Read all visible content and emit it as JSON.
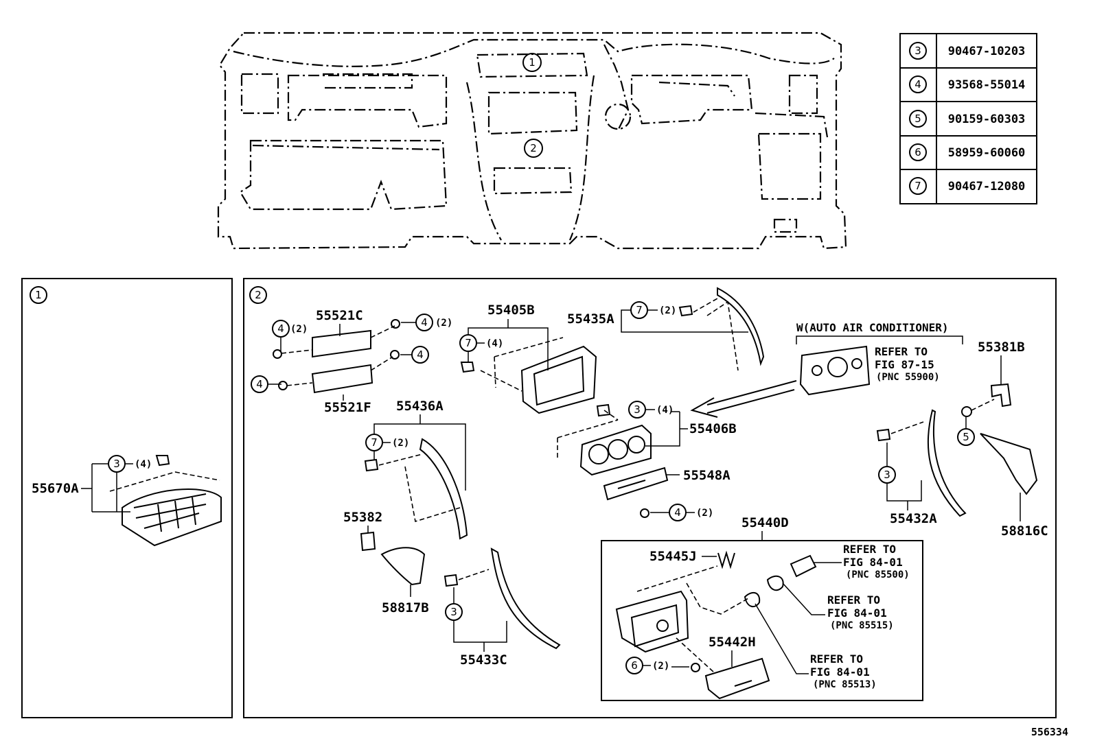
{
  "parts_table": [
    {
      "num": "3",
      "part": "90467-10203"
    },
    {
      "num": "4",
      "part": "93568-55014"
    },
    {
      "num": "5",
      "part": "90159-60303"
    },
    {
      "num": "6",
      "part": "58959-60060"
    },
    {
      "num": "7",
      "part": "90467-12080"
    }
  ],
  "dash_markers": {
    "m1": "1",
    "m2": "2"
  },
  "panel1": {
    "num": "1",
    "fig_3": "3",
    "fig_3_qty": "(4)",
    "p_55670A": "55670A"
  },
  "panel2": {
    "num": "2",
    "p_55521C": "55521C",
    "p_55521F": "55521F",
    "p_55405B": "55405B",
    "p_55435A": "55435A",
    "p_55436A": "55436A",
    "p_55406B": "55406B",
    "p_55548A": "55548A",
    "p_55382": "55382",
    "p_58817B": "58817B",
    "p_55433C": "55433C",
    "p_55440D": "55440D",
    "p_55445J": "55445J",
    "p_55442H": "55442H",
    "p_55381B": "55381B",
    "p_55432A": "55432A",
    "p_58816C": "58816C",
    "f4a": "4",
    "f4a_qty": "(2)",
    "f4b": "4",
    "f4b_qty": "(2)",
    "f4c": "4",
    "f4d": "4",
    "f7a": "7",
    "f7a_qty": "(4)",
    "f7b": "7",
    "f7b_qty": "(2)",
    "f7c": "7",
    "f7c_qty": "(2)",
    "f3a": "3",
    "f3a_qty": "(4)",
    "f3b": "3",
    "f3c": "3",
    "f4e": "4",
    "f4e_qty": "(2)",
    "f5": "5",
    "f6": "6",
    "f6_qty": "(2)",
    "auto_ac": "W(AUTO AIR CONDITIONER)",
    "ref1": [
      "REFER TO",
      "FIG 87-15",
      "(PNC 55900)"
    ],
    "ref2": [
      "REFER TO",
      "FIG 84-01",
      "(PNC 85500)"
    ],
    "ref3": [
      "REFER TO",
      "FIG 84-01",
      "(PNC 85515)"
    ],
    "ref4": [
      "REFER TO",
      "FIG 84-01",
      "(PNC 85513)"
    ]
  },
  "figure_id": "556334"
}
